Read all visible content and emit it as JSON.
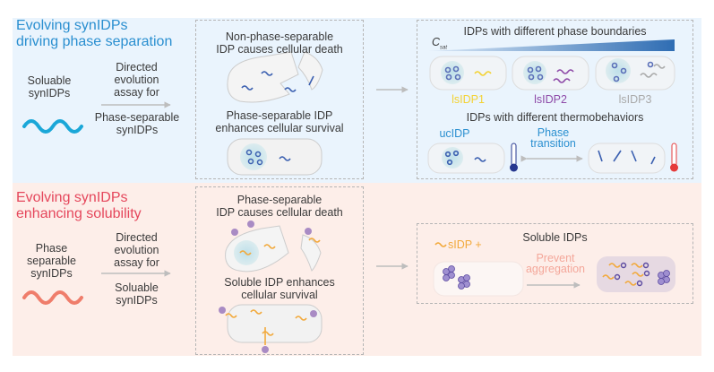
{
  "colors": {
    "top_bg": "#eaf4fd",
    "bottom_bg": "#fdeee9",
    "blue": "#2a8fd0",
    "red": "#e5475c",
    "yellow": "#f3d233",
    "purple": "#8e4aa8",
    "gray": "#a9a9a9",
    "orange": "#f2a93b"
  },
  "top": {
    "title_line1": "Evolving synIDPs",
    "title_line2": "driving phase separation",
    "source_label": [
      "Soluable",
      "synIDPs"
    ],
    "assay_label": [
      "Directed",
      "evolution",
      "assay for"
    ],
    "target_label": [
      "Phase-separable",
      "synIDPs"
    ],
    "middle": {
      "death_text": [
        "Non-phase-separable",
        "IDP causes cellular death"
      ],
      "survival_text": [
        "Phase-separable IDP",
        "enhances cellular survival"
      ]
    },
    "right": {
      "boundaries_title": "IDPs with different phase boundaries",
      "csat_label": "C",
      "csat_sub": "sat",
      "variants": [
        "lsIDP1",
        "lsIDP2",
        "lsIDP3"
      ],
      "thermo_title": "IDPs with different thermobehaviors",
      "uc_label": "ucIDP",
      "transition_label": [
        "Phase",
        "transition"
      ]
    }
  },
  "bottom": {
    "title_line1": "Evolving synIDPs",
    "title_line2": "enhancing solubility",
    "source_label": [
      "Phase",
      "separable",
      "synIDPs"
    ],
    "assay_label": [
      "Directed",
      "evolution",
      "assay for"
    ],
    "target_label": [
      "Soluable",
      "synIDPs"
    ],
    "middle": {
      "death_text": [
        "Phase-separable",
        "IDP causes cellular death"
      ],
      "survival_text": [
        "Soluble IDP enhances",
        "cellular survival"
      ]
    },
    "right": {
      "title": "Soluble IDPs",
      "sidp_label": "sIDP +",
      "prevent_label": [
        "Prevent",
        "aggregation"
      ]
    }
  }
}
